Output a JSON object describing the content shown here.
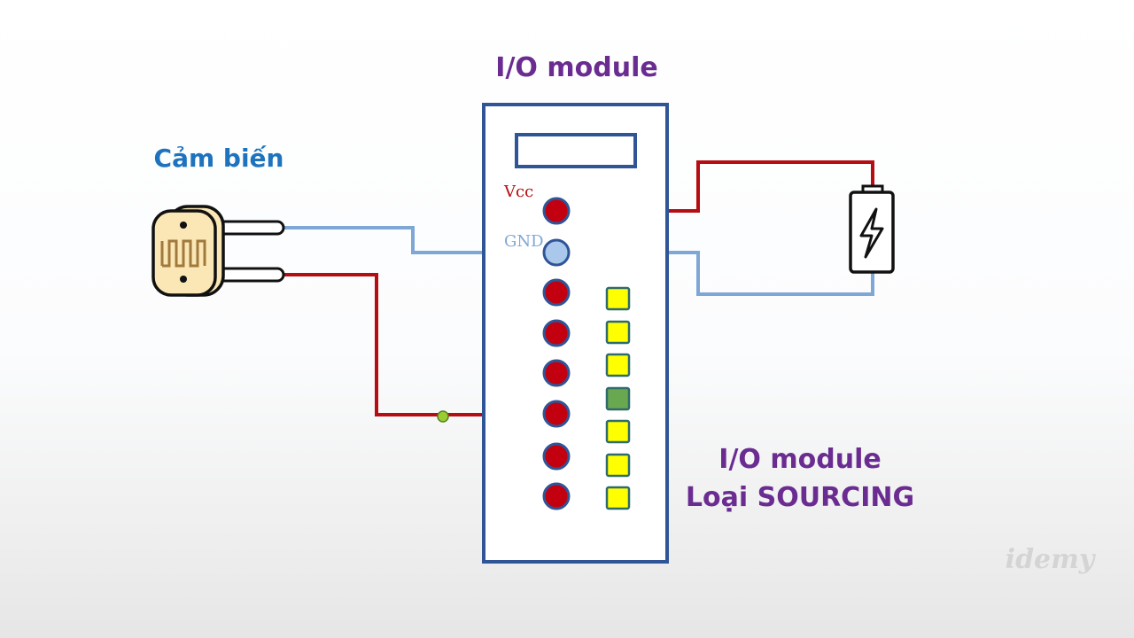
{
  "titles": {
    "module_title": "I/O module",
    "sensor_title": "Cảm biến",
    "caption_line1": "I/O module",
    "caption_line2": "Loại SOURCING"
  },
  "pins": {
    "vcc_label": "Vcc",
    "gnd_label": "GND"
  },
  "watermark": "idemy",
  "colors": {
    "title_purple": "#6a2c91",
    "sensor_blue": "#1e73be",
    "module_border": "#2f5597",
    "wire_red": "#b50d12",
    "wire_blue": "#7fa7d6",
    "pin_red": "#c3000f",
    "pin_gnd": "#a9c8ec",
    "led_yellow": "#ffff00",
    "led_green": "#6aa84f",
    "led_border": "#2f6b6b",
    "junction_green": "#9acd32",
    "sensor_body": "#fbe7b5",
    "sensor_trace": "#a0793d"
  },
  "io_channels": [
    {
      "pin": "input",
      "led": "off"
    },
    {
      "pin": "input",
      "led": "off"
    },
    {
      "pin": "input",
      "led": "off"
    },
    {
      "pin": "input",
      "led": "on"
    },
    {
      "pin": "input",
      "led": "off"
    },
    {
      "pin": "input",
      "led": "off"
    },
    {
      "pin": "input",
      "led": "off"
    }
  ]
}
